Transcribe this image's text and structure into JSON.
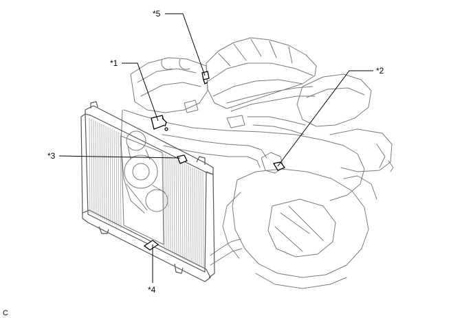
{
  "callouts": [
    {
      "id": "1",
      "label": "*1"
    },
    {
      "id": "2",
      "label": "*2"
    },
    {
      "id": "3",
      "label": "*3"
    },
    {
      "id": "4",
      "label": "*4"
    },
    {
      "id": "5",
      "label": "*5"
    }
  ],
  "corner_code": "C"
}
